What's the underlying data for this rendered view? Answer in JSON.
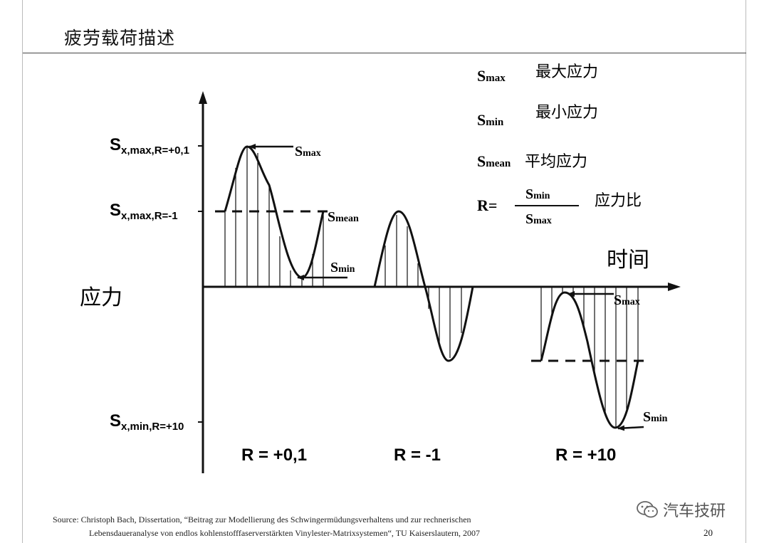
{
  "header": {
    "title": "疲劳载荷描述"
  },
  "axes": {
    "y_label": "应力",
    "x_label": "时间"
  },
  "y_markers": {
    "top": {
      "main": "S",
      "sub": "x,max,R=+0,1"
    },
    "middle": {
      "main": "S",
      "sub": "x,max,R=-1"
    },
    "bottom": {
      "main": "S",
      "sub": "x,min,R=+10"
    }
  },
  "waves": [
    {
      "r_label": "R = +0,1"
    },
    {
      "r_label": "R = -1"
    },
    {
      "r_label": "R = +10"
    }
  ],
  "annotations": {
    "wave1_smax": {
      "main": "S",
      "sub": "max"
    },
    "wave1_smean": {
      "main": "S",
      "sub": "mean"
    },
    "wave1_smin": {
      "main": "S",
      "sub": "min"
    },
    "wave3_smax": {
      "main": "S",
      "sub": "max"
    },
    "wave3_smin": {
      "main": "S",
      "sub": "min"
    }
  },
  "legend": {
    "smax": {
      "main": "S",
      "sub": "max",
      "desc": "最大应力"
    },
    "smin": {
      "main": "S",
      "sub": "min",
      "desc": "最小应力"
    },
    "smean": {
      "main": "S",
      "sub": "mean",
      "desc": "平均应力"
    },
    "ratio": {
      "lhs": "R=",
      "num_main": "S",
      "num_sub": "min",
      "den_main": "S",
      "den_sub": "max",
      "desc": "应力比"
    }
  },
  "footer": {
    "source_line1": "Source: Christoph Bach, Dissertation, “Beitrag zur Modellierung des Schwingermüdungsverhaltens und zur rechnerischen",
    "source_line2": "Lebensdaueranalyse von endlos kohlenstofffaserverstärkten Vinylester-Matrixsystemen“, TU Kaiserslautern, 2007",
    "page_number": "20",
    "brand": "汽车技研"
  }
}
